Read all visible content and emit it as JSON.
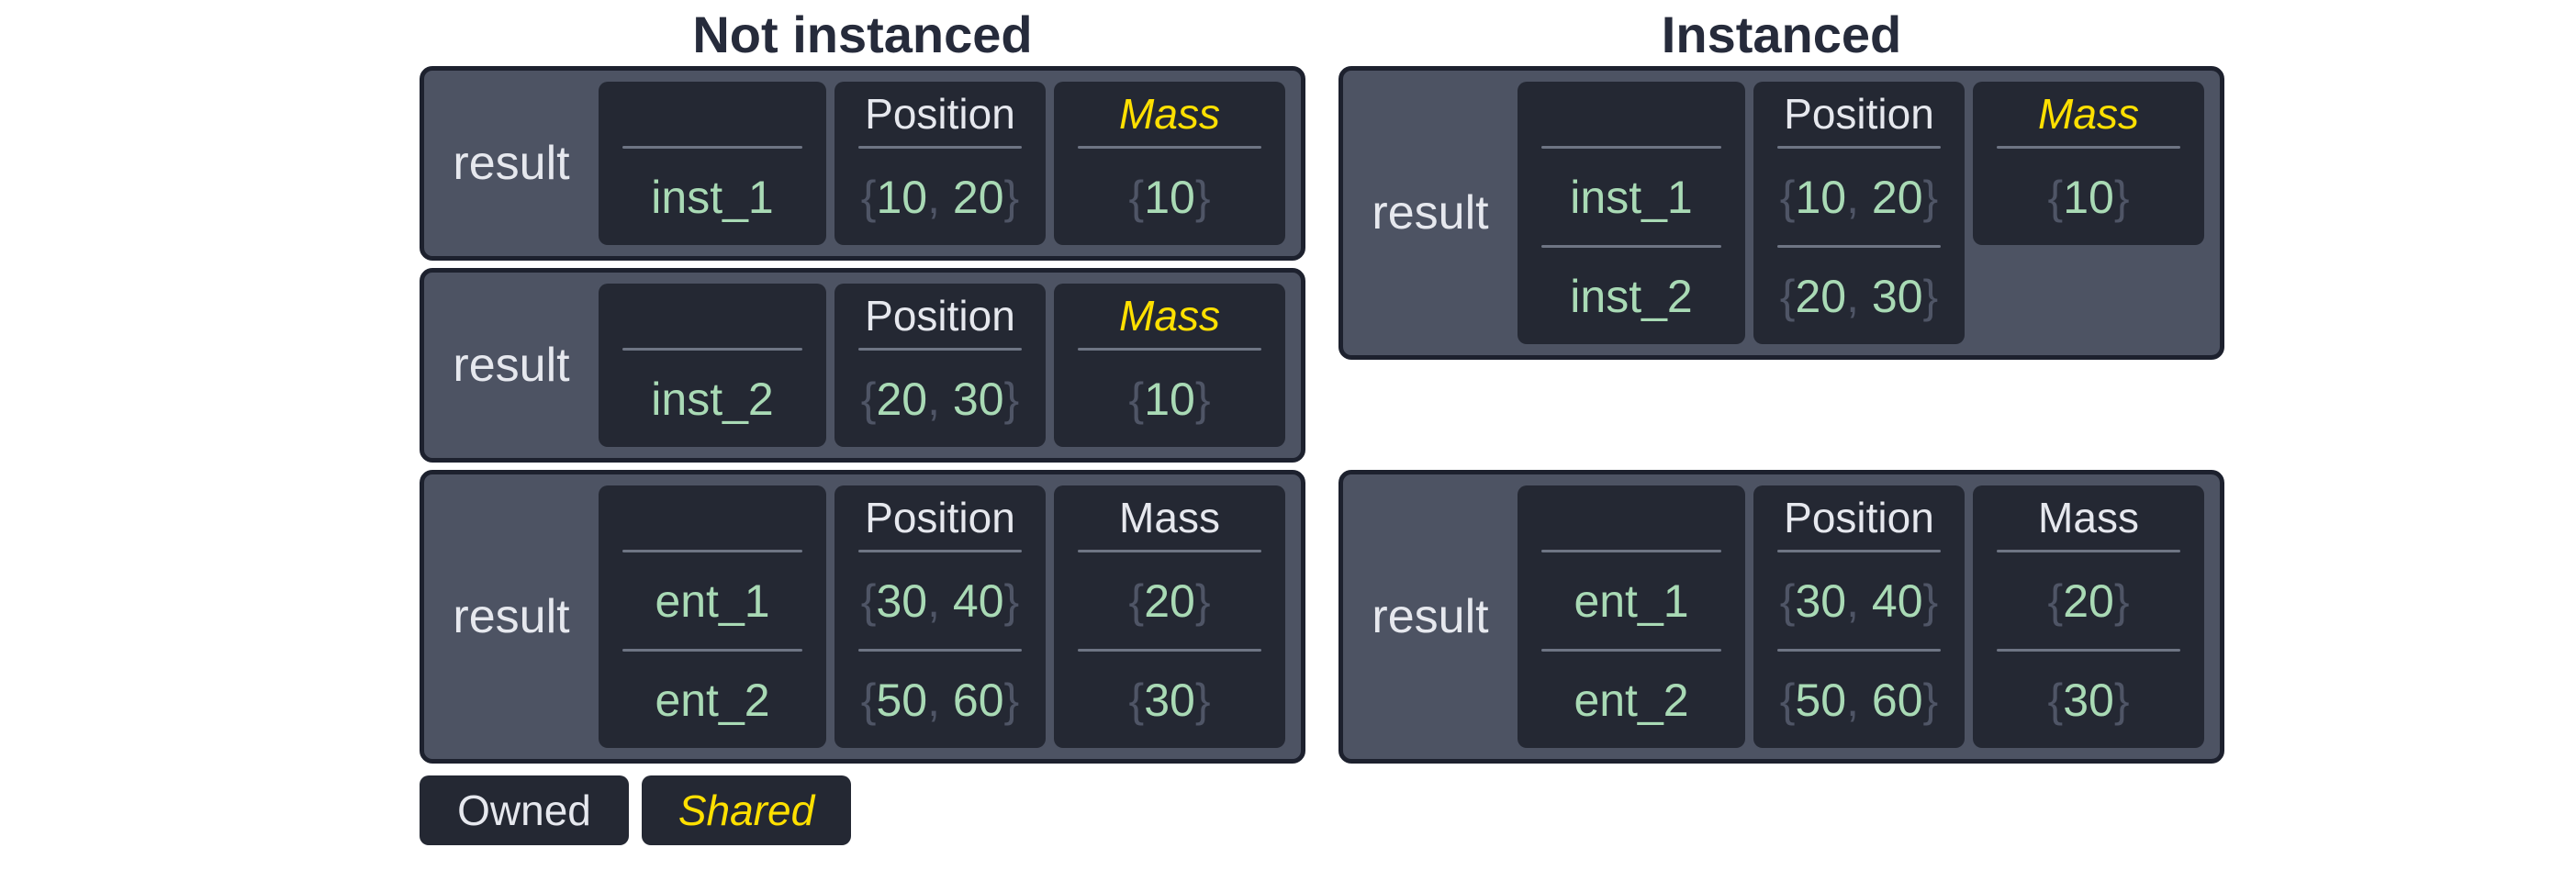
{
  "columns": {
    "left_title": "Not instanced",
    "right_title": "Instanced"
  },
  "punct": {
    "open": "{",
    "comma": ", ",
    "close": "}"
  },
  "legend": {
    "owned": "Owned",
    "shared": "Shared"
  },
  "colors": {
    "background": "#ffffff",
    "title_text": "#262b3b",
    "card_bg": "#4d5363",
    "card_border": "#1d212e",
    "cell_bg": "#242833",
    "divider": "#6e7584",
    "light_text": "#e6e8ee",
    "value_green": "#a9dab5",
    "punctuation_gray": "#4f5566",
    "shared_yellow": "#ffe000"
  },
  "cards": {
    "l1": {
      "label": "result",
      "position_header": "Position",
      "mass_header": "Mass",
      "mass_shared": true,
      "names": [
        "inst_1"
      ],
      "positions": [
        [
          "10",
          "20"
        ]
      ],
      "masses": [
        [
          "10"
        ]
      ]
    },
    "l2": {
      "label": "result",
      "position_header": "Position",
      "mass_header": "Mass",
      "mass_shared": true,
      "names": [
        "inst_2"
      ],
      "positions": [
        [
          "20",
          "30"
        ]
      ],
      "masses": [
        [
          "10"
        ]
      ]
    },
    "l3": {
      "label": "result",
      "position_header": "Position",
      "mass_header": "Mass",
      "mass_shared": false,
      "names": [
        "ent_1",
        "ent_2"
      ],
      "positions": [
        [
          "30",
          "40"
        ],
        [
          "50",
          "60"
        ]
      ],
      "masses": [
        [
          "20"
        ],
        [
          "30"
        ]
      ]
    },
    "r1": {
      "label": "result",
      "position_header": "Position",
      "mass_header": "Mass",
      "mass_shared": true,
      "names": [
        "inst_1",
        "inst_2"
      ],
      "positions": [
        [
          "10",
          "20"
        ],
        [
          "20",
          "30"
        ]
      ],
      "masses": [
        [
          "10"
        ]
      ]
    },
    "r2": {
      "label": "result",
      "position_header": "Position",
      "mass_header": "Mass",
      "mass_shared": false,
      "names": [
        "ent_1",
        "ent_2"
      ],
      "positions": [
        [
          "30",
          "40"
        ],
        [
          "50",
          "60"
        ]
      ],
      "masses": [
        [
          "20"
        ],
        [
          "30"
        ]
      ]
    }
  }
}
